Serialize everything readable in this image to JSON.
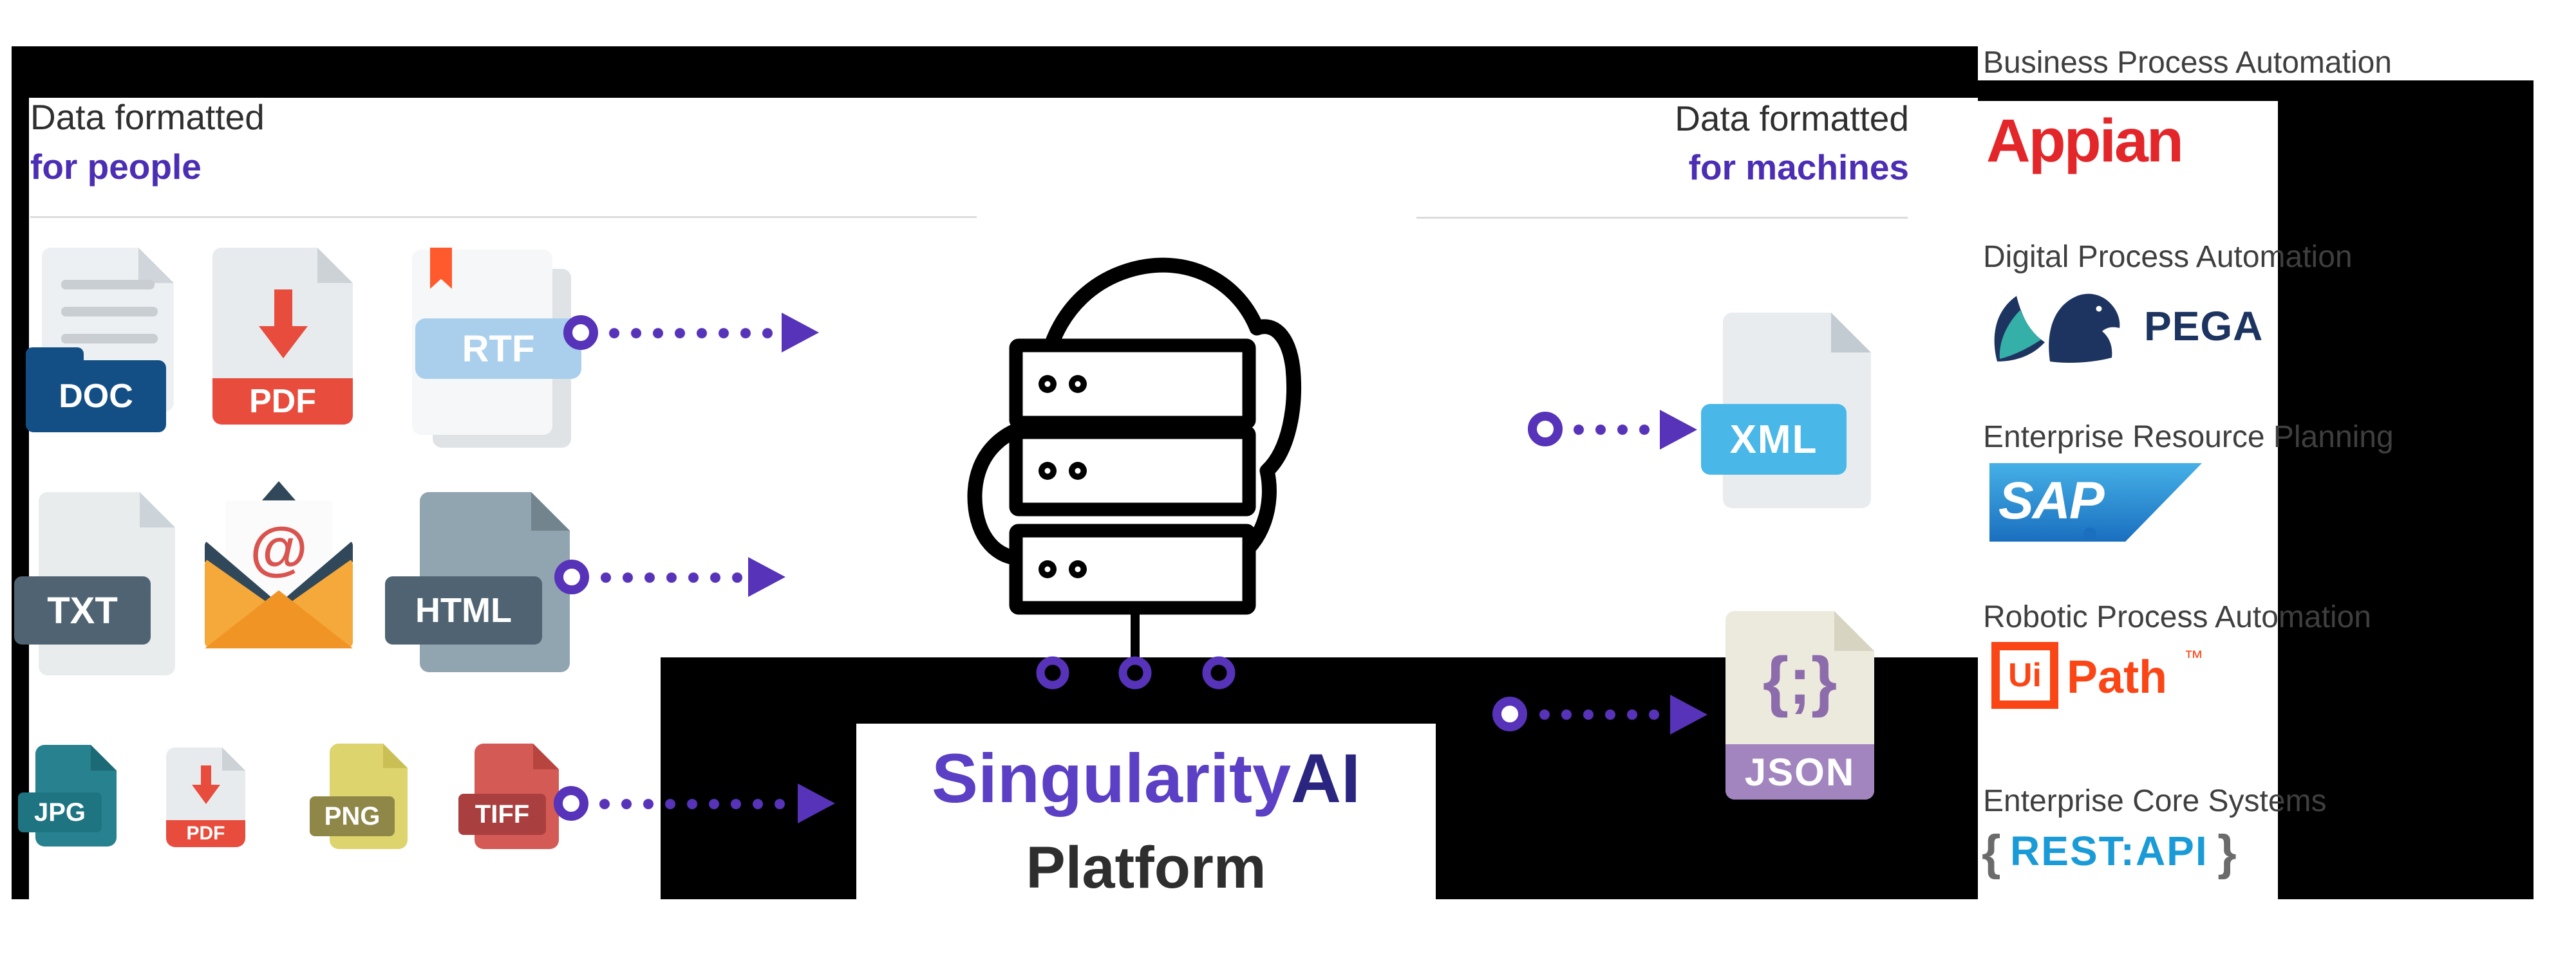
{
  "headings": {
    "people_line1": "Data formatted",
    "people_line2": "for people",
    "machines_line1": "Data formatted",
    "machines_line2": "for machines"
  },
  "platform": {
    "brand_main": "Singularity",
    "brand_suffix": "AI",
    "subtitle": "Platform"
  },
  "people_files": {
    "doc": "DOC",
    "pdf": "PDF",
    "rtf": "RTF",
    "txt": "TXT",
    "email_at": "@",
    "html": "HTML",
    "jpg": "JPG",
    "pdf_small": "PDF",
    "png": "PNG",
    "tiff": "TIFF"
  },
  "machine_files": {
    "xml": "XML",
    "json": "JSON",
    "json_glyph": "{;}"
  },
  "integrations": [
    {
      "category": "Business Process Automation",
      "vendor": "Appian"
    },
    {
      "category": "Digital Process Automation",
      "vendor": "PEGA"
    },
    {
      "category": "Enterprise Resource Planning",
      "vendor": "SAP"
    },
    {
      "category": "Robotic Process Automation",
      "vendor_part1": "Ui",
      "vendor_part2": "Path",
      "vendor_tm": "™"
    },
    {
      "category": "Enterprise Core Systems",
      "brace_open": "{",
      "vendor": "REST:API",
      "brace_close": "}"
    }
  ],
  "colors": {
    "accent_purple": "#5633b8",
    "heading_purple": "#4b2eb3",
    "brand_purple": "#5b3fc4",
    "brand_dark": "#2a2680",
    "appian_red": "#e32629",
    "pega_navy": "#1e3460",
    "pega_teal": "#35b0a8",
    "sap_blue_top": "#45b0e6",
    "sap_blue_bottom": "#1a6fbf",
    "uipath_orange": "#fa4616",
    "restapi_blue": "#1a9bd7",
    "xml_blue": "#49b8e8",
    "json_purple": "#a285bf"
  }
}
